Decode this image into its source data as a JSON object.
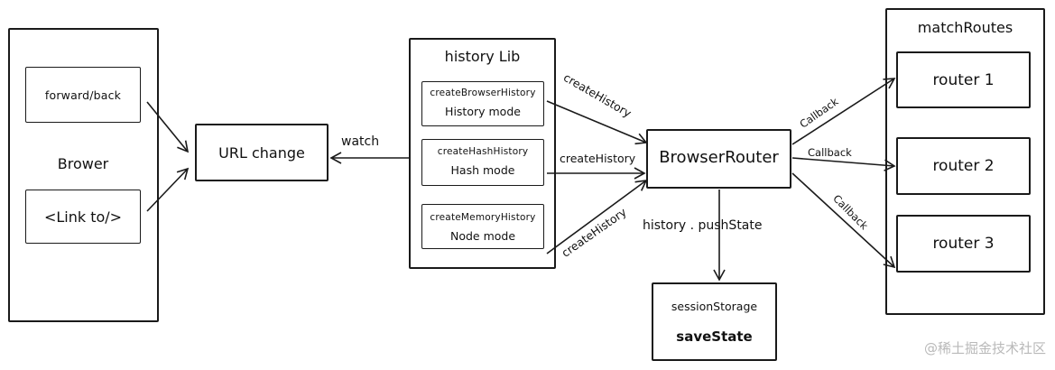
{
  "browser": {
    "forward_back": "forward/back",
    "title": "Brower",
    "link": "<Link to/>"
  },
  "url_change": "URL change",
  "watch_label": "watch",
  "history_lib": {
    "title": "history Lib",
    "items": [
      {
        "fn": "createBrowserHistory",
        "mode": "History mode"
      },
      {
        "fn": "createHashHistory",
        "mode": "Hash mode"
      },
      {
        "fn": "createMemoryHistory",
        "mode": "Node mode"
      }
    ]
  },
  "edges": {
    "create_history": "createHistory",
    "callback": "Callback",
    "push_state": "history .  pushState"
  },
  "browser_router": "BrowserRouter",
  "session": {
    "title": "sessionStorage",
    "action": "saveState"
  },
  "match_routes": {
    "title": "matchRoutes",
    "routers": [
      "router 1",
      "router 2",
      "router 3"
    ]
  },
  "watermark": "@稀土掘金技术社区"
}
